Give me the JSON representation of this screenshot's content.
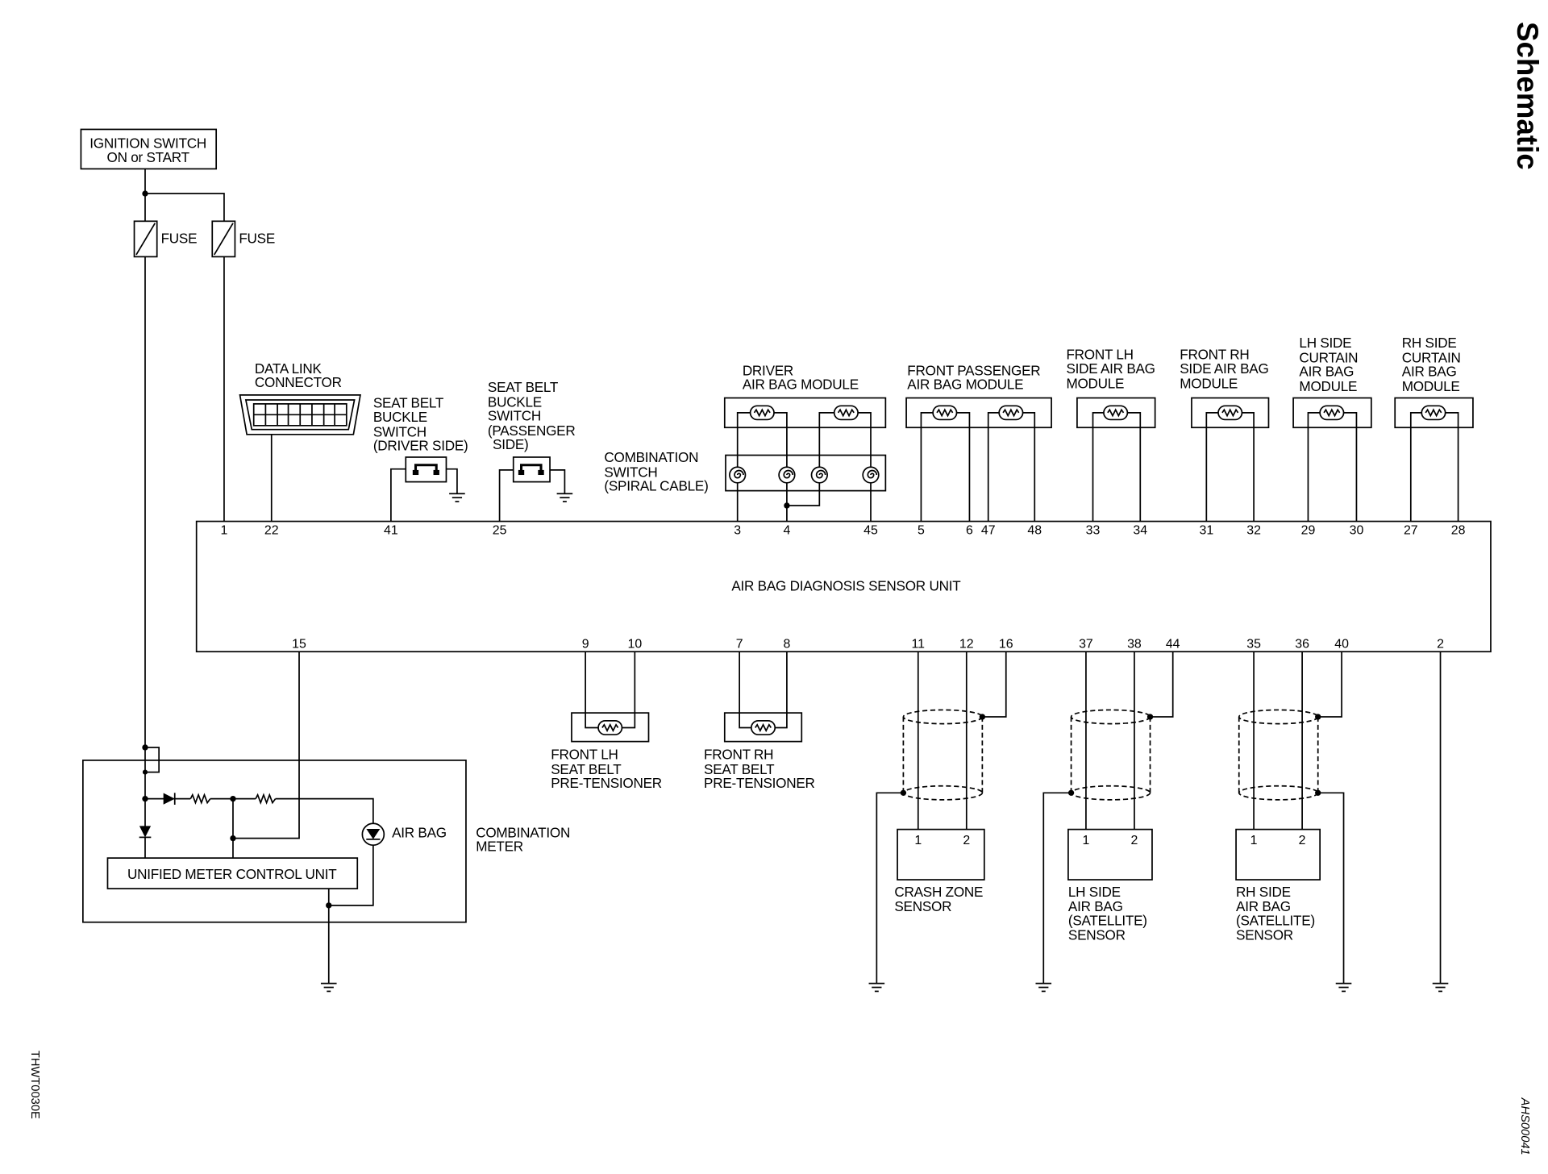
{
  "header": {
    "section_title": "Schematic"
  },
  "figure_codes": {
    "left": "THWT0030E",
    "right": "AHS00041"
  },
  "ignition_switch": {
    "lines": [
      "IGNITION SWITCH",
      "ON or START"
    ]
  },
  "fuses": {
    "left": "FUSE",
    "right": "FUSE"
  },
  "data_link_connector": {
    "lines": [
      "DATA LINK",
      "CONNECTOR"
    ]
  },
  "seat_belt_buckle_switch_driver": {
    "lines": [
      "SEAT BELT",
      "BUCKLE",
      "SWITCH",
      "(DRIVER SIDE)"
    ]
  },
  "seat_belt_buckle_switch_passenger": {
    "lines": [
      "SEAT BELT",
      "BUCKLE",
      "SWITCH",
      "(PASSENGER",
      "SIDE)"
    ]
  },
  "combination_switch": {
    "lines": [
      "COMBINATION",
      "SWITCH",
      "(SPIRAL CABLE)"
    ]
  },
  "driver_air_bag_module": {
    "lines": [
      "DRIVER",
      "AIR BAG MODULE"
    ]
  },
  "front_passenger_air_bag_module": {
    "lines": [
      "FRONT PASSENGER",
      "AIR BAG MODULE"
    ]
  },
  "front_lh_side_air_bag_module": {
    "lines": [
      "FRONT LH",
      "SIDE AIR BAG",
      "MODULE"
    ]
  },
  "front_rh_side_air_bag_module": {
    "lines": [
      "FRONT RH",
      "SIDE AIR BAG",
      "MODULE"
    ]
  },
  "lh_side_curtain_air_bag_module": {
    "lines": [
      "LH SIDE",
      "CURTAIN",
      "AIR BAG",
      "MODULE"
    ]
  },
  "rh_side_curtain_air_bag_module": {
    "lines": [
      "RH SIDE",
      "CURTAIN",
      "AIR BAG",
      "MODULE"
    ]
  },
  "sensor_unit": {
    "label": "AIR BAG DIAGNOSIS SENSOR UNIT",
    "top_pins": [
      "1",
      "22",
      "41",
      "25",
      "3",
      "4",
      "45",
      "5",
      "6",
      "47",
      "48",
      "33",
      "34",
      "31",
      "32",
      "29",
      "30",
      "27",
      "28"
    ],
    "bottom_pins": [
      "15",
      "9",
      "10",
      "7",
      "8",
      "11",
      "12",
      "16",
      "37",
      "38",
      "44",
      "35",
      "36",
      "40",
      "2"
    ]
  },
  "front_lh_seat_belt_pretensioner": {
    "lines": [
      "FRONT LH",
      "SEAT BELT",
      "PRE-TENSIONER"
    ]
  },
  "front_rh_seat_belt_pretensioner": {
    "lines": [
      "FRONT RH",
      "SEAT BELT",
      "PRE-TENSIONER"
    ]
  },
  "combination_meter": {
    "lines": [
      "COMBINATION",
      "METER"
    ],
    "warning_lamp_label": "AIR BAG",
    "control_unit_label": "UNIFIED METER CONTROL UNIT"
  },
  "crash_zone_sensor": {
    "lines": [
      "CRASH ZONE",
      "SENSOR"
    ],
    "pins": [
      "1",
      "2"
    ]
  },
  "lh_side_satellite_sensor": {
    "lines": [
      "LH SIDE",
      "AIR BAG",
      "(SATELLITE)",
      "SENSOR"
    ],
    "pins": [
      "1",
      "2"
    ]
  },
  "rh_side_satellite_sensor": {
    "lines": [
      "RH SIDE",
      "AIR BAG",
      "(SATELLITE)",
      "SENSOR"
    ],
    "pins": [
      "1",
      "2"
    ]
  }
}
